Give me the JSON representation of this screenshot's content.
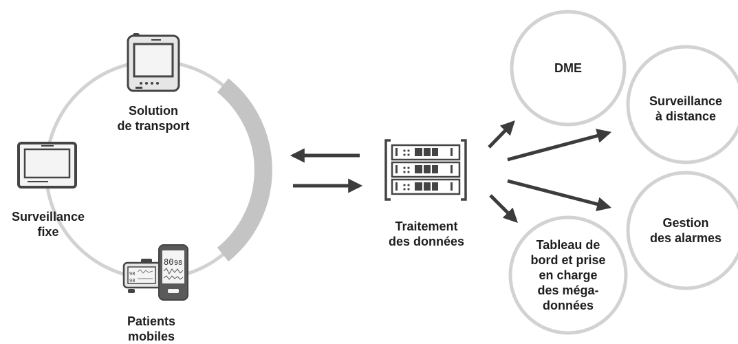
{
  "colors": {
    "ring": "#d2d2d2",
    "ring_band": "#c4c4c4",
    "ink": "#3c3c3c",
    "device_frame": "#444444",
    "device_screen": "#f4f4f4",
    "text": "#1e1e1e"
  },
  "devices": {
    "transport": {
      "label_lines": [
        "Solution",
        "de transport"
      ],
      "icon": "transport-monitor-icon"
    },
    "fixed": {
      "label_lines": [
        "Surveillance",
        "fixe"
      ],
      "icon": "bedside-monitor-icon"
    },
    "mobile": {
      "label_lines": [
        "Patients",
        "mobiles"
      ],
      "icon": "mobile-monitors-icon"
    }
  },
  "processing": {
    "label_lines": [
      "Traitement",
      "des données"
    ],
    "icon": "server-rack-icon"
  },
  "outputs": [
    {
      "id": "dme",
      "label_lines": [
        "DME"
      ]
    },
    {
      "id": "remote",
      "label_lines": [
        "Surveillance",
        "à distance"
      ]
    },
    {
      "id": "alarms",
      "label_lines": [
        "Gestion",
        "des alarmes"
      ]
    },
    {
      "id": "dashboard",
      "label_lines": [
        "Tableau de",
        "bord et prise",
        "en charge",
        "des méga-",
        "données"
      ]
    }
  ],
  "mobile_readouts": {
    "primary": "80",
    "secondary": "98",
    "small_a": "98",
    "small_b": "98"
  }
}
